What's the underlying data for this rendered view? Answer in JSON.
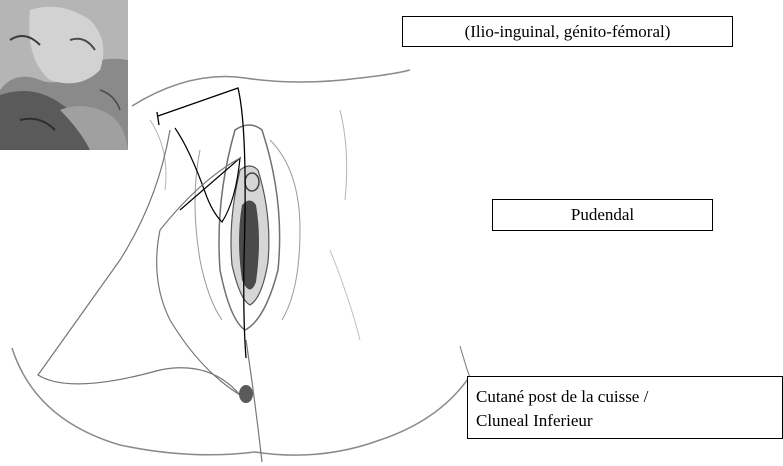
{
  "labels": {
    "ilio_inguinal": "(Ilio-inguinal, génito-fémoral)",
    "pudendal": "Pudendal",
    "cutane_line1": "Cutané post de la cuisse /",
    "cutane_line2": "Cluneal Inferieur"
  },
  "colors": {
    "outline": "#000000",
    "sketch": "#6f6f6f",
    "region_outline": "#888888",
    "marker": "#5a5a5a",
    "photo_bg": "#7a7a7a"
  }
}
